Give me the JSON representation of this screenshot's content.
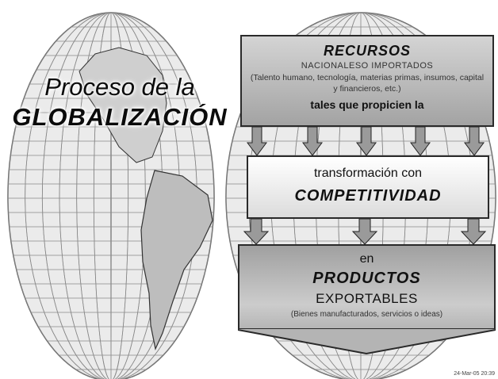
{
  "title": {
    "line1": "Proceso de la",
    "line2": "GLOBALIZACIÓN"
  },
  "recursos_box": {
    "heading": "RECURSOS",
    "subheading": "NACIONALESO IMPORTADOS",
    "details": "(Talento humano, tecnología, materias primas, insumos, capital y financieros, etc.)",
    "bridge": "tales que propicien la"
  },
  "transformacion_box": {
    "line1": "transformación con",
    "line2": "COMPETITIVIDAD"
  },
  "productos_box": {
    "line1": "en",
    "line2": "PRODUCTOS",
    "line3": "EXPORTABLES",
    "line4": "(Bienes manufacturados, servicios o ideas)"
  },
  "reference": "24-Mar-05 20:39",
  "colors": {
    "map_fill": "#ebebeb",
    "grid_line": "#8a8a8a",
    "arrow_fill": "#9a9a9a"
  }
}
